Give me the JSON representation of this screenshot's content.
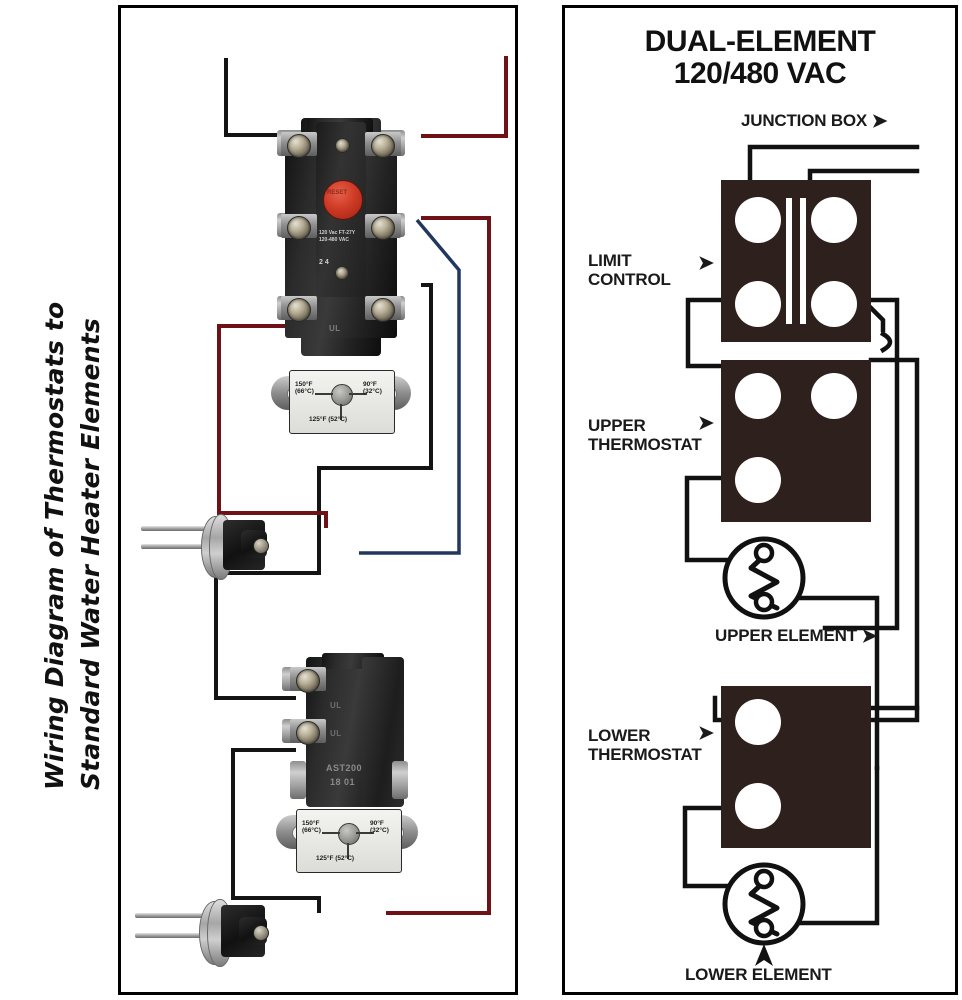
{
  "caption": {
    "line1": "Wiring Diagram of Thermostats to",
    "line2": "Standard Water Heater Elements"
  },
  "schematic": {
    "title_line1": "DUAL-ELEMENT",
    "title_line2": "120/480 VAC",
    "labels": {
      "junction_box": "JUNCTION BOX",
      "limit_control_line1": "LIMIT",
      "limit_control_line2": "CONTROL",
      "upper_thermostat_line1": "UPPER",
      "upper_thermostat_line2": "THERMOSTAT",
      "upper_element": "UPPER ELEMENT",
      "lower_thermostat_line1": "LOWER",
      "lower_thermostat_line2": "THERMOSTAT",
      "lower_element": "LOWER ELEMENT"
    },
    "arrow_right": "➤",
    "arrow_up": "▲",
    "colors": {
      "component_fill": "#2e201c",
      "wire": "#111111",
      "terminal": "#ffffff",
      "panel_border": "#000000"
    }
  },
  "photo_panel": {
    "upper_thermostat": {
      "dial_left_f": "150°F",
      "dial_left_c": "(66°C)",
      "dial_right_f": "90°F",
      "dial_right_c": "(32°C)",
      "dial_center": "125°F (52°C)",
      "body_mark_1": "UL",
      "body_mark_2": "UL",
      "rating_line1": "120 Vac  FT-27Y",
      "rating_line2": "120-480 VAC",
      "terminal_numbers": "2      4"
    },
    "lower_thermostat": {
      "dial_left_f": "150°F",
      "dial_left_c": "(66°C)",
      "dial_right_f": "90°F",
      "dial_right_c": "(32°C)",
      "dial_center": "125°F (52°C)",
      "body_mark_1": "UL",
      "body_mark_2": "UL",
      "part_number": "AST200",
      "date_code": "18 01"
    },
    "wire_colors": {
      "black": "#141414",
      "red": "#6e1218",
      "blue": "#22375e"
    }
  }
}
